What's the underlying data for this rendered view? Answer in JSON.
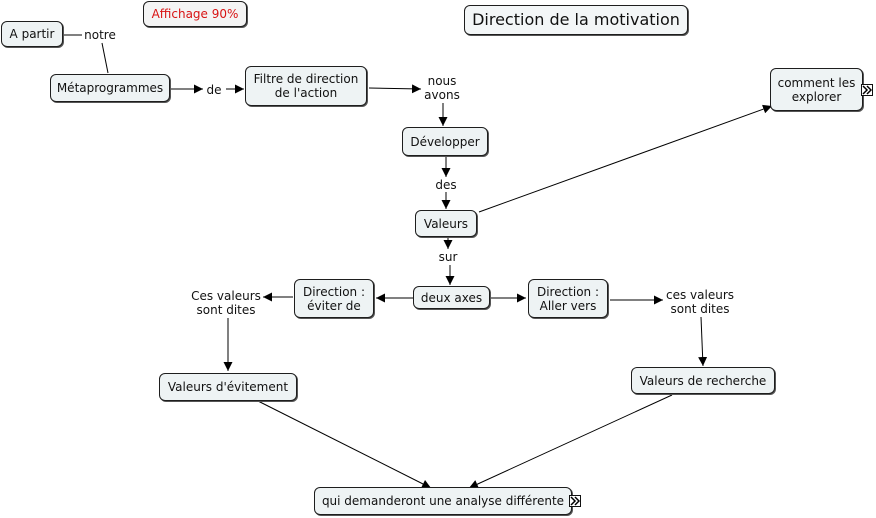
{
  "title": "Direction de la motivation",
  "zoom": "Affichage 90%",
  "nodes": {
    "a_partir": "A partir",
    "metaprogrammes": "Métaprogrammes",
    "filtre": "Filtre de direction\nde l'action",
    "developper": "Développer",
    "valeurs": "Valeurs",
    "comment_explorer": "comment les\nexplorer",
    "direction_eviter": "Direction :\néviter de",
    "deux_axes": "deux axes",
    "direction_aller": "Direction :\nAller vers",
    "valeurs_evitement": "Valeurs d'évitement",
    "valeurs_recherche": "Valeurs de recherche",
    "analyse": "qui demanderont une analyse différente"
  },
  "links": {
    "notre": "notre",
    "de": "de",
    "nous_avons": "nous\navons",
    "des": "des",
    "sur": "sur",
    "ces_valeurs_left": "Ces valeurs\nsont dites",
    "ces_valeurs_right": "ces valeurs\nsont dites"
  },
  "icons": {
    "expand": "double-chevron-right-icon"
  },
  "colors": {
    "node_fill": "#eef3f4",
    "border": "#1e1e1e",
    "zoom_text": "#d81313"
  }
}
